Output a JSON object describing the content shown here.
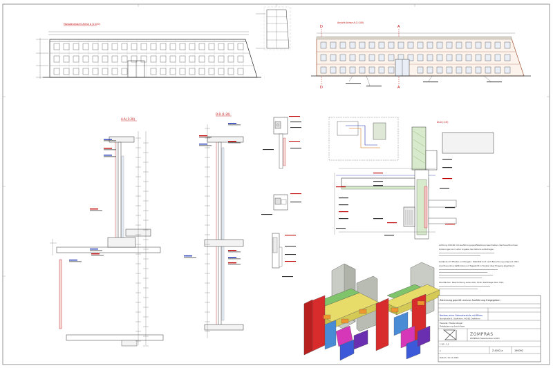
{
  "sheet": {
    "view_titles": {
      "elevation_left": "Fassadenansicht Achse A (1:100)",
      "elevation_right": "Ansicht Achse A (1:100)",
      "section_aa": "A-A (1:20)",
      "section_dd": "D-D (1:20)",
      "detail_dd": "D-D (1:5)"
    },
    "section_marks": [
      "D",
      "A",
      "D",
      "A"
    ],
    "notes": [
      "Achtung: 000.00 mit Ausführung spezifikationen beschreiben, Rechnen/Zuordnen",
      "Änderungen sind unter Angabe des Datums aufzutragen.",
      "Gebäude mit Pfosten und Riegeln: Stabilität dort nach Berechnung aufgrund 2022.",
      "Anschluss ohne Kaltbrücke und Tageslicht in Fenster über Eingang abgetrennt.",
      "Oberflächen: Beschichtung außen RAL 7016, Stahlträger RAL 7016"
    ],
    "title_block": {
      "status_label": "Zeichnung geprüft und zur Ausführung freigegeben",
      "project": "Neubau einer Sekundarstufe mit Büros",
      "address": "Nordstraße 9, Ostfildern, 46283 Ostfildern",
      "row_a": "Fassade: Pfosten-Riegel",
      "row_b": "Detailplanung Anschlüsse",
      "logo": "ZOMPRAS",
      "logo_sub": "ZOMPRAS Fassadenbau GmbH",
      "drawing_no": "Z-4002-a",
      "job_no": "190092",
      "revision": "a",
      "scale": "1:20 / 1:5",
      "footer": "Datum: 10.11.2019"
    }
  }
}
